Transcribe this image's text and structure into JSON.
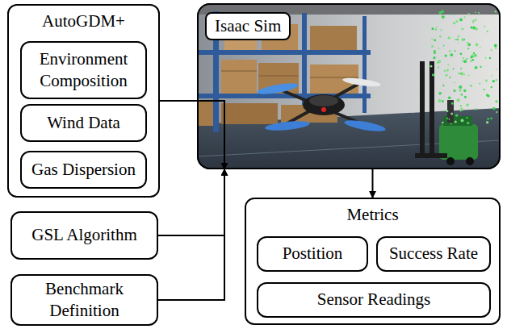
{
  "diagram": {
    "nodes": [
      {
        "text": [
          "AutoGDM+"
        ]
      },
      {
        "text": [
          "Environment Composition"
        ],
        "in": 0
      },
      {
        "text": [
          "Wind Data"
        ],
        "in": 0
      },
      {
        "text": [
          "Gas Dispersion"
        ],
        "in": 0
      },
      {
        "text": [
          "Isaac Sim"
        ]
      },
      {
        "text": [
          "GSL Algorithm"
        ]
      },
      {
        "text": [
          "Benchmark Definition"
        ]
      },
      {
        "text": [
          "Metrics"
        ]
      },
      {
        "text": [
          "Postition"
        ],
        "in": 7
      },
      {
        "text": [
          "Success Rate"
        ],
        "in": 7
      },
      {
        "text": [
          "Sensor Readings"
        ],
        "in": 7
      }
    ],
    "edges": [
      {
        "from": 0,
        "to": 4,
        "arrow": "to"
      },
      {
        "from": 5,
        "to": 4,
        "arrow": "to"
      },
      {
        "from": 6,
        "to": 4,
        "arrow": "to"
      },
      {
        "from": 4,
        "to": 7,
        "arrow": "to"
      }
    ]
  }
}
